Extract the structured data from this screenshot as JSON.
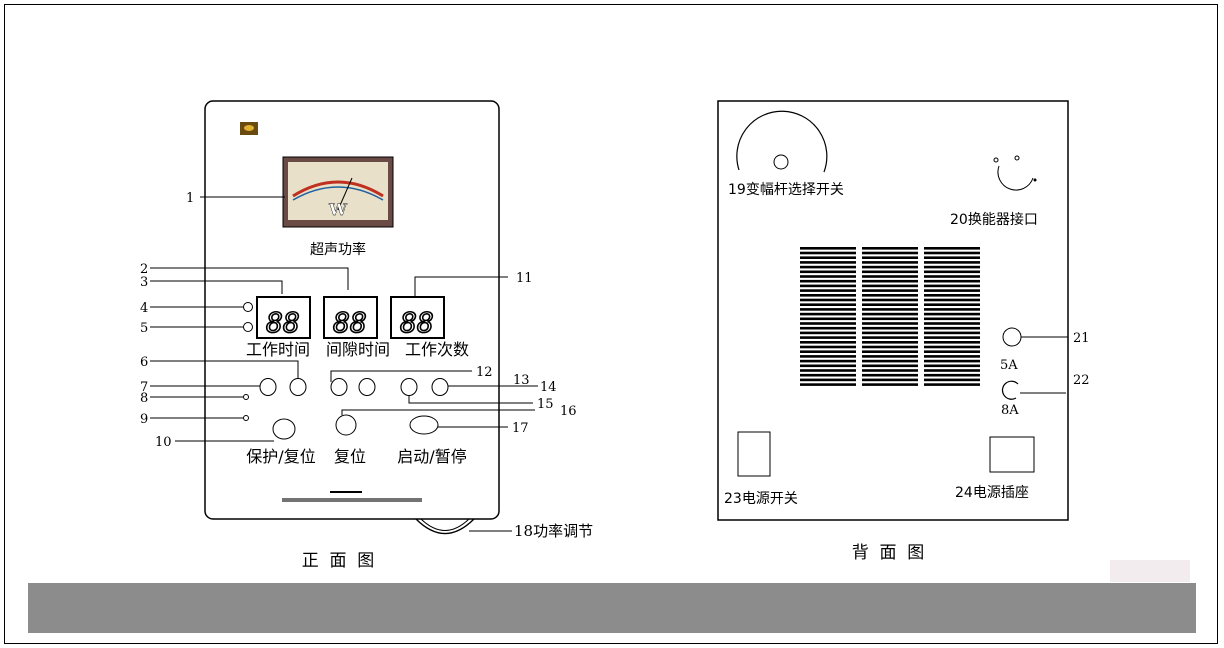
{
  "front": {
    "meter_letter": "W",
    "meter_label": "超声功率",
    "display_value": "88",
    "display_labels": [
      "工作时间",
      "间隙时间",
      "工作次数"
    ],
    "button_labels": [
      "保护/复位",
      "复位",
      "启动/暂停"
    ],
    "knob_label": "18功率调节",
    "caption": "正  面  图",
    "callouts": [
      "1",
      "2",
      "3",
      "4",
      "5",
      "6",
      "7",
      "8",
      "9",
      "10",
      "11",
      "12",
      "13",
      "14",
      "15",
      "16",
      "17"
    ]
  },
  "back": {
    "amplitude_switch": "19变幅杆选择开关",
    "transducer_port": "20换能器接口",
    "fuse_21": "21",
    "fuse_5a": "5A",
    "fuse_22": "22",
    "fuse_8a": "8A",
    "power_switch": "23电源开关",
    "power_socket": "24电源插座",
    "caption": "背  面  图"
  }
}
